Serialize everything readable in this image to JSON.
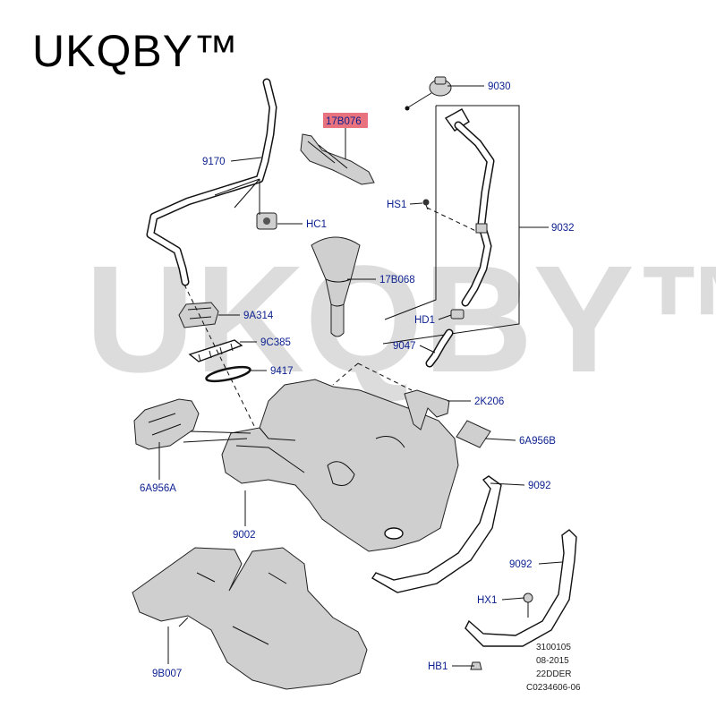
{
  "brand": "UKQBY™",
  "watermark": "UKQBY™",
  "highlight_color": "#e8727e",
  "label_color": "#0a1f8f",
  "parts": {
    "p9030": "9030",
    "p17B076": "17B076",
    "p9170": "9170",
    "pHS1": "HS1",
    "p9032": "9032",
    "pHC1": "HC1",
    "p17B068": "17B068",
    "p9A314": "9A314",
    "pHD1": "HD1",
    "p9C385": "9C385",
    "p9047": "9047",
    "p9417": "9417",
    "p2K206": "2K206",
    "p6A956B": "6A956B",
    "p6A956A": "6A956A",
    "p9092a": "9092",
    "p9002": "9002",
    "p9092b": "9092",
    "pHX1": "HX1",
    "p9B007": "9B007",
    "pHB1": "HB1"
  },
  "reference": {
    "line1": "3100105",
    "line2": "08-2015",
    "line3": "22DDER",
    "line4": "C0234606-06"
  }
}
